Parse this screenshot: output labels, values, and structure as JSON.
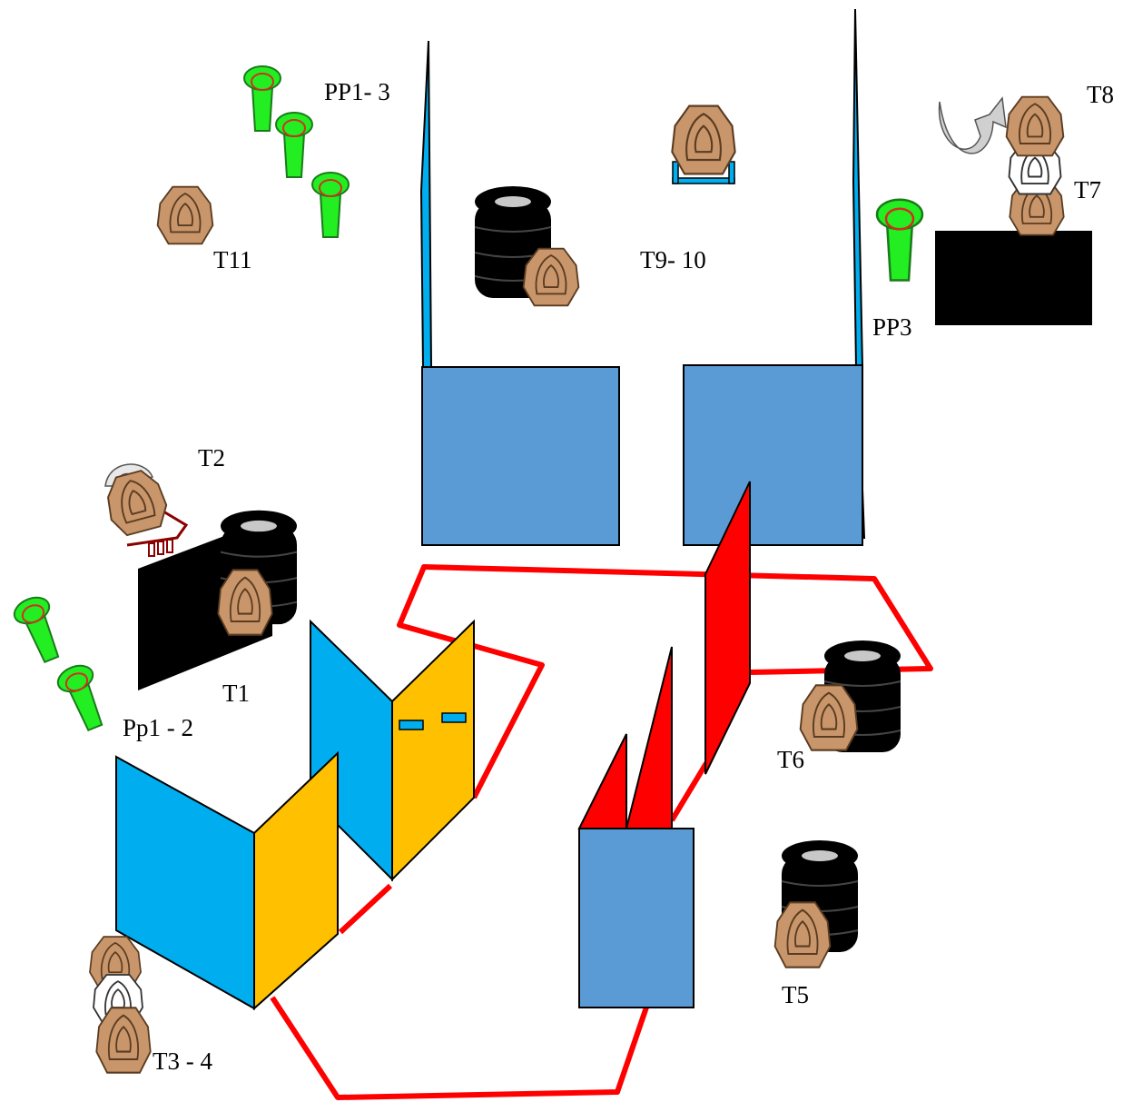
{
  "labels": {
    "pp1_3": "PP1- 3",
    "t11": "T11",
    "t9_10": "T9- 10",
    "t8": "T8",
    "t7": "T7",
    "pp3": "PP3",
    "t2": "T2",
    "t1": "T1",
    "pp1_2": "Pp1 - 2",
    "t6": "T6",
    "t5": "T5",
    "t3_4": "T3 - 4"
  },
  "colors": {
    "target_fill": "#c8966a",
    "target_stroke": "#7a5535",
    "no_shoot": "#ffffff",
    "popper": "#22ee22",
    "popper_ring": "#d03020",
    "barrel": "#000000",
    "wall_blue_light": "#00aeef",
    "wall_blue": "#5b9bd5",
    "wall_yellow": "#ffc000",
    "wall_red": "#ff0000",
    "fault_line": "#ff0000",
    "rotator_arrow": "#d0d0d0"
  }
}
